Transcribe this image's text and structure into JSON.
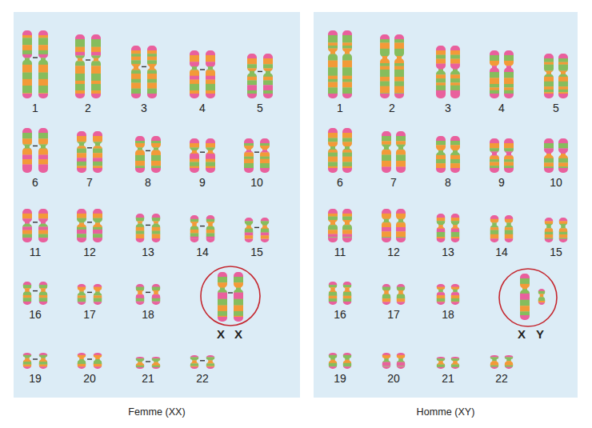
{
  "diagram": {
    "nodes": [
      {
        "text": [
          "Femme (XX)"
        ]
      },
      {
        "text": [
          "X",
          "X"
        ],
        "in": 0
      },
      {
        "text": [
          "Homme (XY)"
        ]
      },
      {
        "text": [
          "X",
          "Y"
        ],
        "in": 2
      }
    ],
    "labels": [
      "1",
      "2",
      "3",
      "4",
      "5",
      "6",
      "7",
      "8",
      "9",
      "10",
      "11",
      "12",
      "13",
      "14",
      "15",
      "16",
      "17",
      "18",
      "19",
      "20",
      "21",
      "22",
      "1",
      "2",
      "3",
      "4",
      "5",
      "6",
      "7",
      "8",
      "9",
      "10",
      "11",
      "12",
      "13",
      "14",
      "15",
      "16",
      "17",
      "18",
      "19",
      "20",
      "21",
      "22"
    ]
  }
}
